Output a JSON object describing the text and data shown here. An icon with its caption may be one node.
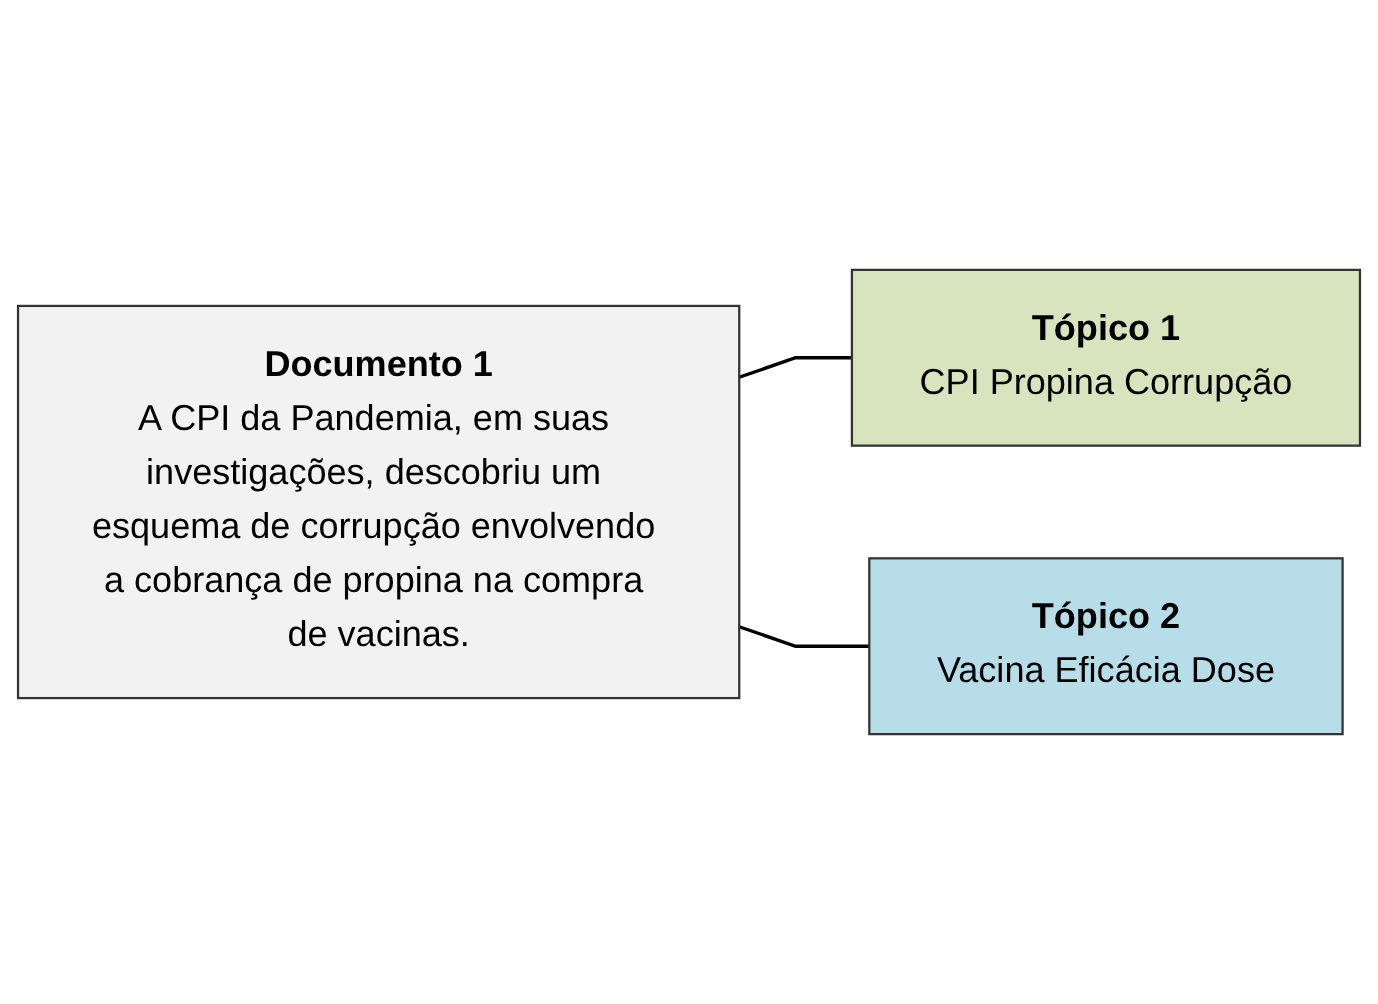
{
  "diagram": {
    "nodes": [
      {
        "text": [
          "Documento 1",
          "A CPI da Pandemia, em suas investigações, descobriu um esquema de corrupção envolvendo a cobrança de propina na compra de vacinas."
        ]
      },
      {
        "text": [
          "Tópico 1",
          "CPI Propina Corrupção"
        ]
      },
      {
        "text": [
          "Tópico 2",
          "Vacina Eficácia Dose"
        ]
      }
    ],
    "edges": [
      {
        "from": 0,
        "to": 1,
        "arrow": "none"
      },
      {
        "from": 0,
        "to": 2,
        "arrow": "none"
      }
    ]
  }
}
